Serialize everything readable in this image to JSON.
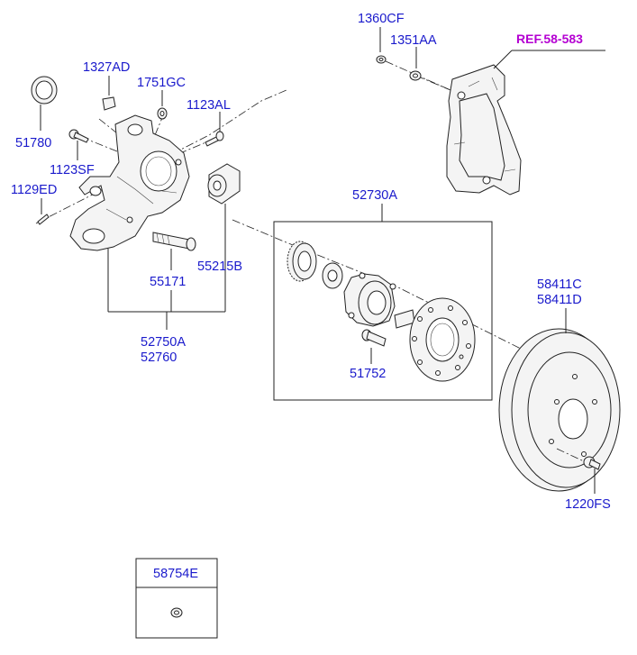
{
  "reference": "REF.58-583",
  "parts": {
    "p1360CF": "1360CF",
    "p1351AA": "1351AA",
    "p1327AD": "1327AD",
    "p1751GC": "1751GC",
    "p1123AL": "1123AL",
    "p51780": "51780",
    "p1123SF": "1123SF",
    "p1129ED": "1129ED",
    "p52730A": "52730A",
    "p55171": "55171",
    "p55215B": "55215B",
    "p52750A": "52750A",
    "p52760": "52760",
    "p51752": "51752",
    "p58411C": "58411C",
    "p58411D": "58411D",
    "p1220FS": "1220FS",
    "p58754E": "58754E"
  },
  "colors": {
    "label": "#1a1acc",
    "reference": "#b400d2",
    "line": "#222222"
  }
}
